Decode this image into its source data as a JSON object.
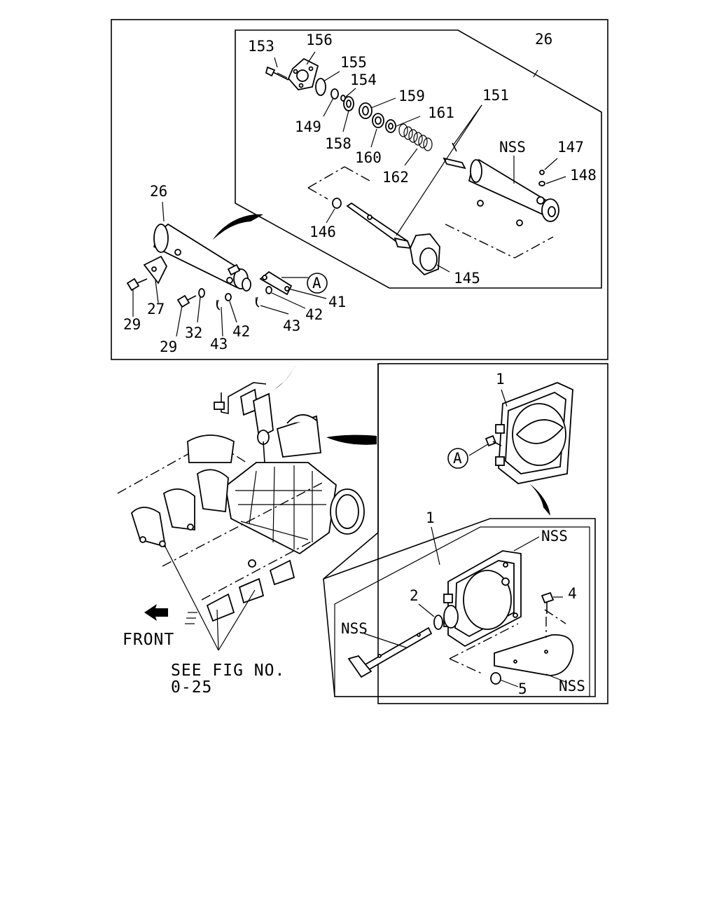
{
  "labels": {
    "l153": "153",
    "l156": "156",
    "l155": "155",
    "l154": "154",
    "l159": "159",
    "l151": "151",
    "l26a": "26",
    "l149": "149",
    "l158": "158",
    "l160": "160",
    "l161": "161",
    "l162": "162",
    "l147": "147",
    "l148": "148",
    "nss1": "NSS",
    "l146": "146",
    "l145": "145",
    "l26b": "26",
    "l41": "41",
    "l42a": "42",
    "l42b": "42",
    "l43a": "43",
    "l43b": "43",
    "l29a": "29",
    "l29b": "29",
    "l27": "27",
    "l32": "32",
    "refA1": "A",
    "refA2": "A",
    "l1a": "1",
    "l1b": "1",
    "nss2": "NSS",
    "nss3": "NSS",
    "nss4": "NSS",
    "l2": "2",
    "l4": "4",
    "l5": "5"
  },
  "notes": {
    "front": "FRONT",
    "see_fig_line1": "SEE FIG NO.",
    "see_fig_line2": "0-25"
  }
}
